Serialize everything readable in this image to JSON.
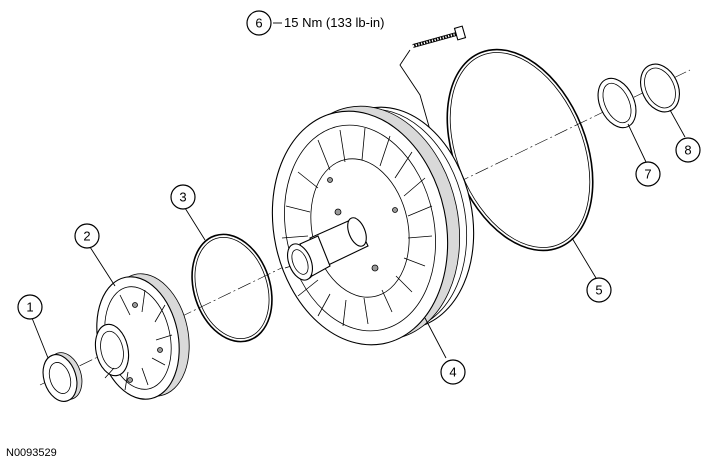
{
  "diagram": {
    "reference_code": "N0093529",
    "torque_spec": "15 Nm (133 lb-in)",
    "callouts": [
      "1",
      "2",
      "3",
      "4",
      "5",
      "6",
      "7",
      "8"
    ]
  }
}
